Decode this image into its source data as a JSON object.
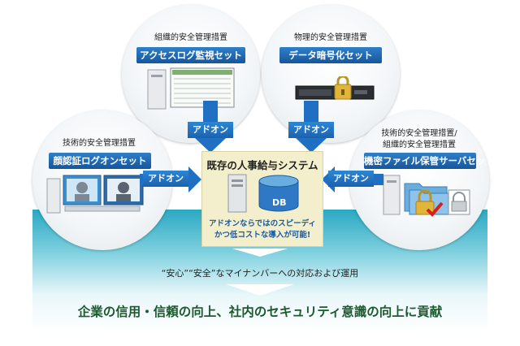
{
  "nodes": {
    "top_left": {
      "category": "組織的安全管理措置",
      "title": "アクセスログ監視セット"
    },
    "top_right": {
      "category": "物理的安全管理措置",
      "title": "データ暗号化セット"
    },
    "left": {
      "category": "技術的安全管理措置",
      "title": "顔認証ログオンセット"
    },
    "right": {
      "category_line1": "技術的安全管理措置/",
      "category_line2": "組織的安全管理措置",
      "title": "機密ファイル保管サーバセット"
    }
  },
  "addon_label": "アドオン",
  "center": {
    "title": "既存の人事給与システム",
    "db_label": "DB",
    "desc_line1": "アドオンならではのスピーディ",
    "desc_line2": "かつ低コストな導入が可能!"
  },
  "bottom": {
    "line1": "“安心”“安全”なマイナンバーへの対応および運用",
    "line2": "企業の信用・信頼の向上、社内のセキュリティ意識の向上に貢献"
  },
  "colors": {
    "blue": "#1b62b0",
    "teal": "#2aa8c2",
    "green_text": "#1a5a2c",
    "center_bg": "#f3efcc"
  }
}
